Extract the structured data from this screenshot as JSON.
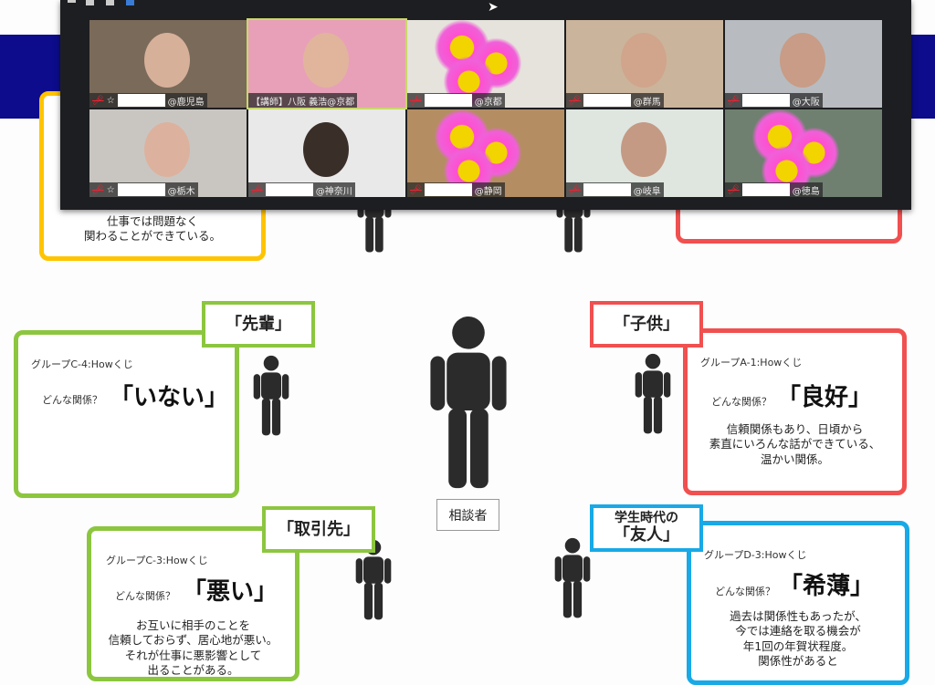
{
  "slide": {
    "center_label": "相談者",
    "top_left_card": {
      "desc": [
        "仕事では問題なく",
        "関わることができている。"
      ]
    },
    "senpai": {
      "tab": "「先輩」",
      "group": "グループC-4:Howくじ",
      "question": "どんな関係？",
      "answer": "「いない」"
    },
    "kodomo": {
      "tab": "「子供」",
      "group": "グループA-1:Howくじ",
      "question": "どんな関係？",
      "answer": "「良好」",
      "desc": [
        "信頼関係もあり、日頃から",
        "素直にいろんな話ができている、",
        "温かい関係。"
      ]
    },
    "torihikisaki": {
      "tab": "「取引先」",
      "group": "グループC-3:Howくじ",
      "question": "どんな関係？",
      "answer": "「悪い」",
      "desc": [
        "お互いに相手のことを",
        "信頼しておらず、居心地が悪い。",
        "それが仕事に悪影響として",
        "出ることがある。"
      ]
    },
    "yujin": {
      "tab_line1": "学生時代の",
      "tab_line2": "「友人」",
      "group": "グループD-3:Howくじ",
      "question": "どんな関係？",
      "answer": "「希薄」",
      "desc": [
        "過去は関係性もあったが、",
        "今では連絡を取る機会が",
        "年1回の年賀状程度。",
        "関係性があると"
      ]
    }
  },
  "video": {
    "participants": [
      {
        "name": "@鹿児島",
        "star": "☆"
      },
      {
        "name": "【講師】八阪 義浩@京都",
        "active": true
      },
      {
        "name": "@京都"
      },
      {
        "name": "@群馬"
      },
      {
        "name": "@大阪"
      },
      {
        "name": "@栃木",
        "star": "☆"
      },
      {
        "name": "@神奈川"
      },
      {
        "name": "@静岡"
      },
      {
        "name": "@岐阜"
      },
      {
        "name": "@徳島"
      }
    ]
  },
  "colors": {
    "green": "#8cc63f",
    "red": "#f0504f",
    "blue": "#18a9e6",
    "yellow": "#ffc400",
    "navy": "#0c0c8c"
  }
}
